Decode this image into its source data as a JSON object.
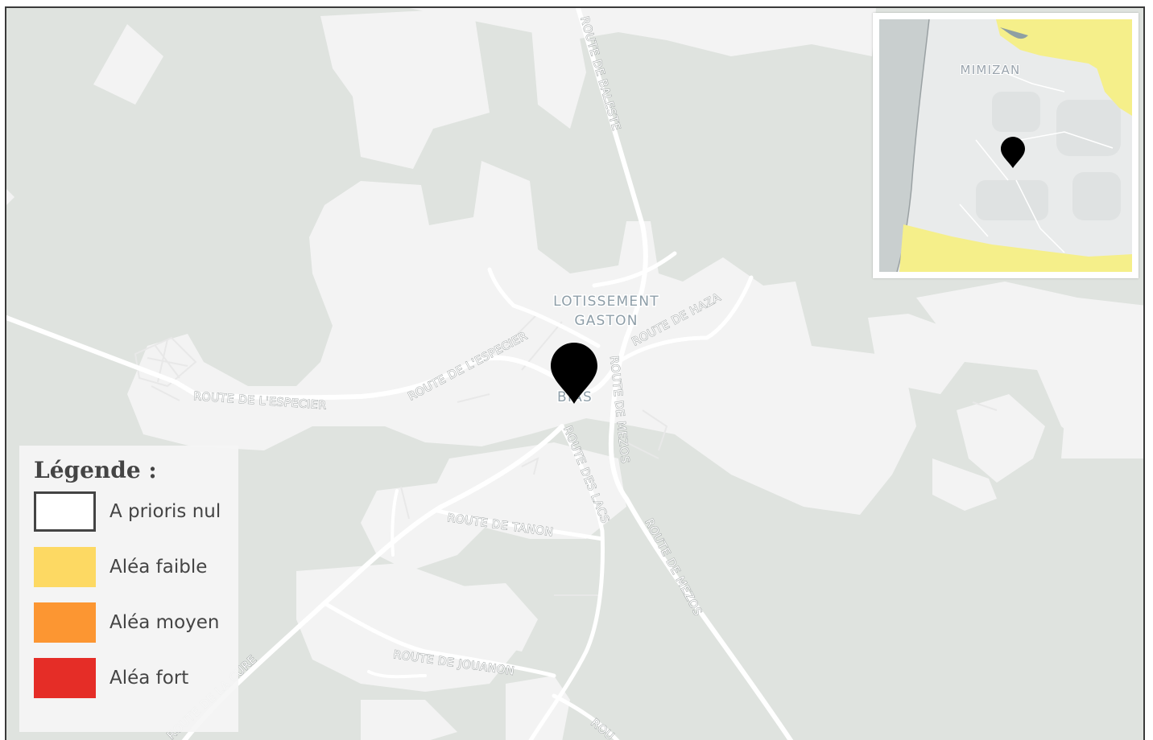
{
  "map": {
    "place_labels": [
      "LOTISSEMENT",
      "GASTON",
      "BIAS"
    ],
    "road_labels": [
      "ROUTE DE BALESTE",
      "ROUTE DE L'ESPECIER",
      "ROUTE DE L'ESPECIER",
      "ROUTE DE HAZA",
      "ROUTE DE MEZOS",
      "ROUTE DE MEZOS",
      "ROUTE DES LACS",
      "ROUTE DE TANON",
      "ROUTE DE JOUANON",
      "ROUTE DE LA CURE",
      "ROU"
    ],
    "marker_icon": "map-pin-icon",
    "colors": {
      "forest": "#dfe3df",
      "clearing": "#f3f3f3",
      "road": "#ffffff",
      "marker": "#000000"
    }
  },
  "minimap": {
    "label": "MIMIZAN",
    "marker_icon": "map-pin-icon",
    "colors": {
      "ocean": "#c9cfcf",
      "land": "#e9ebeb",
      "hazard": "#f5ef8a"
    }
  },
  "legend": {
    "title": "Légende :",
    "items": [
      {
        "label": "A prioris nul",
        "color": "#ffffff",
        "border": "#444444"
      },
      {
        "label": "Aléa faible",
        "color": "#fdd963",
        "border": ""
      },
      {
        "label": "Aléa moyen",
        "color": "#fc9632",
        "border": ""
      },
      {
        "label": "Aléa fort",
        "color": "#e52d27",
        "border": ""
      }
    ]
  }
}
